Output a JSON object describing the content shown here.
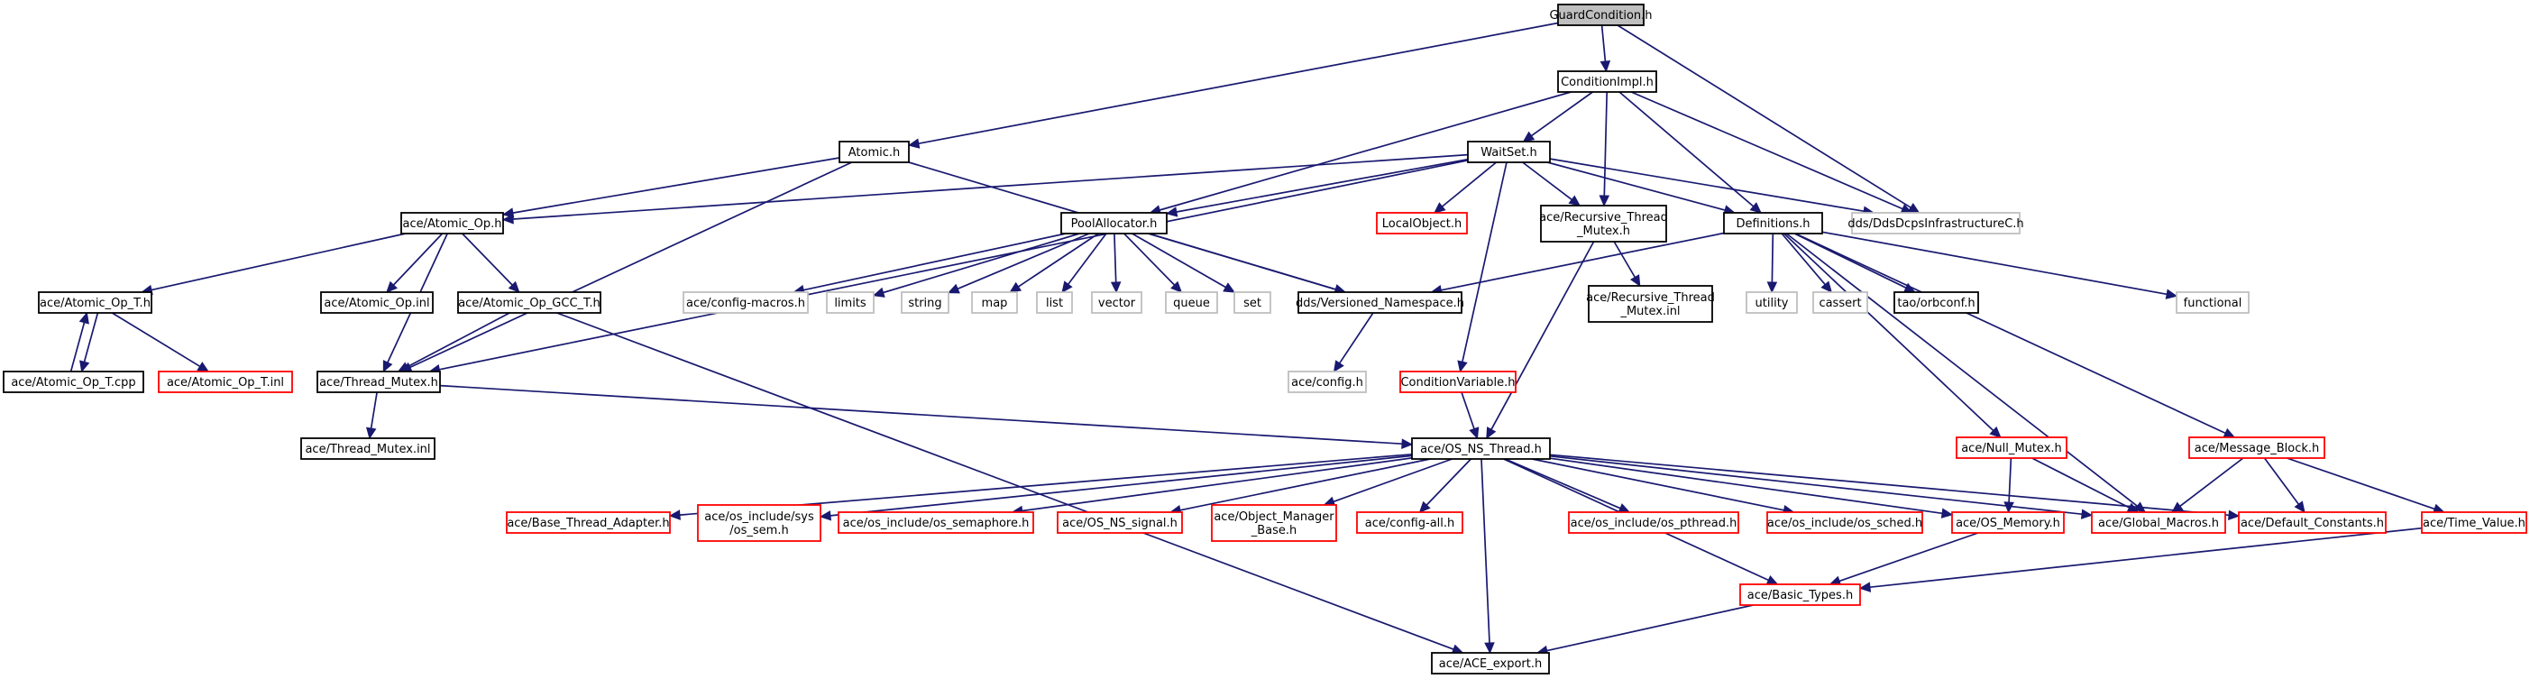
{
  "colors": {
    "edge": "#191970",
    "border_black": "#000000",
    "border_red": "#ff0000",
    "border_gray": "#bfbfbf",
    "root_fill": "#bfbfbf",
    "fill": "#ffffff"
  },
  "nodes": [
    {
      "id": "n_guard",
      "lines": [
        "GuardCondition.h"
      ],
      "style": "root"
    },
    {
      "id": "n_condimpl",
      "lines": [
        "ConditionImpl.h"
      ],
      "style": "black"
    },
    {
      "id": "n_atomic",
      "lines": [
        "Atomic.h"
      ],
      "style": "black"
    },
    {
      "id": "n_waitset",
      "lines": [
        "WaitSet.h"
      ],
      "style": "black"
    },
    {
      "id": "n_ddsinfra",
      "lines": [
        "dds/DdsDcpsInfrastructureC.h"
      ],
      "style": "gray"
    },
    {
      "id": "n_atomicop",
      "lines": [
        "ace/Atomic_Op.h"
      ],
      "style": "black"
    },
    {
      "id": "n_poolalloc",
      "lines": [
        "PoolAllocator.h"
      ],
      "style": "black"
    },
    {
      "id": "n_localobj",
      "lines": [
        "LocalObject.h"
      ],
      "style": "red"
    },
    {
      "id": "n_recthread",
      "lines": [
        "ace/Recursive_Thread",
        "_Mutex.h"
      ],
      "style": "black"
    },
    {
      "id": "n_definitions",
      "lines": [
        "Definitions.h"
      ],
      "style": "black"
    },
    {
      "id": "n_atomicopt",
      "lines": [
        "ace/Atomic_Op_T.h"
      ],
      "style": "black"
    },
    {
      "id": "n_atomicopinl",
      "lines": [
        "ace/Atomic_Op.inl"
      ],
      "style": "black"
    },
    {
      "id": "n_gcc",
      "lines": [
        "ace/Atomic_Op_GCC_T.h"
      ],
      "style": "black"
    },
    {
      "id": "n_configmacros",
      "lines": [
        "ace/config-macros.h"
      ],
      "style": "gray"
    },
    {
      "id": "n_limits",
      "lines": [
        "limits"
      ],
      "style": "gray"
    },
    {
      "id": "n_string",
      "lines": [
        "string"
      ],
      "style": "gray"
    },
    {
      "id": "n_map",
      "lines": [
        "map"
      ],
      "style": "gray"
    },
    {
      "id": "n_list",
      "lines": [
        "list"
      ],
      "style": "gray"
    },
    {
      "id": "n_vector",
      "lines": [
        "vector"
      ],
      "style": "gray"
    },
    {
      "id": "n_queue",
      "lines": [
        "queue"
      ],
      "style": "gray"
    },
    {
      "id": "n_set",
      "lines": [
        "set"
      ],
      "style": "gray"
    },
    {
      "id": "n_versioned",
      "lines": [
        "dds/Versioned_Namespace.h"
      ],
      "style": "black"
    },
    {
      "id": "n_recthreadinl",
      "lines": [
        "ace/Recursive_Thread",
        "_Mutex.inl"
      ],
      "style": "black"
    },
    {
      "id": "n_utility",
      "lines": [
        "utility"
      ],
      "style": "gray"
    },
    {
      "id": "n_cassert",
      "lines": [
        "cassert"
      ],
      "style": "gray"
    },
    {
      "id": "n_orbconf",
      "lines": [
        "tao/orbconf.h"
      ],
      "style": "black"
    },
    {
      "id": "n_functional",
      "lines": [
        "functional"
      ],
      "style": "gray"
    },
    {
      "id": "n_atomicoptcpp",
      "lines": [
        "ace/Atomic_Op_T.cpp"
      ],
      "style": "black"
    },
    {
      "id": "n_atomicoptinl",
      "lines": [
        "ace/Atomic_Op_T.inl"
      ],
      "style": "red"
    },
    {
      "id": "n_threadmutex",
      "lines": [
        "ace/Thread_Mutex.h"
      ],
      "style": "black"
    },
    {
      "id": "n_aceconfig",
      "lines": [
        "ace/config.h"
      ],
      "style": "gray"
    },
    {
      "id": "n_condvar",
      "lines": [
        "ConditionVariable.h"
      ],
      "style": "red"
    },
    {
      "id": "n_nullmutex",
      "lines": [
        "ace/Null_Mutex.h"
      ],
      "style": "red"
    },
    {
      "id": "n_msgblock",
      "lines": [
        "ace/Message_Block.h"
      ],
      "style": "red"
    },
    {
      "id": "n_threadmutexinl",
      "lines": [
        "ace/Thread_Mutex.inl"
      ],
      "style": "black"
    },
    {
      "id": "n_osns",
      "lines": [
        "ace/OS_NS_Thread.h"
      ],
      "style": "black"
    },
    {
      "id": "n_basethread",
      "lines": [
        "ace/Base_Thread_Adapter.h"
      ],
      "style": "red"
    },
    {
      "id": "n_ossem",
      "lines": [
        "ace/os_include/sys",
        "/os_sem.h"
      ],
      "style": "red"
    },
    {
      "id": "n_semaphore",
      "lines": [
        "ace/os_include/os_semaphore.h"
      ],
      "style": "red"
    },
    {
      "id": "n_signal",
      "lines": [
        "ace/OS_NS_signal.h"
      ],
      "style": "red"
    },
    {
      "id": "n_objmgr",
      "lines": [
        "ace/Object_Manager",
        "_Base.h"
      ],
      "style": "red"
    },
    {
      "id": "n_configall",
      "lines": [
        "ace/config-all.h"
      ],
      "style": "red"
    },
    {
      "id": "n_pthread",
      "lines": [
        "ace/os_include/os_pthread.h"
      ],
      "style": "red"
    },
    {
      "id": "n_sched",
      "lines": [
        "ace/os_include/os_sched.h"
      ],
      "style": "red"
    },
    {
      "id": "n_osmemory",
      "lines": [
        "ace/OS_Memory.h"
      ],
      "style": "red"
    },
    {
      "id": "n_globalmacros",
      "lines": [
        "ace/Global_Macros.h"
      ],
      "style": "red"
    },
    {
      "id": "n_defconst",
      "lines": [
        "ace/Default_Constants.h"
      ],
      "style": "red"
    },
    {
      "id": "n_timevalue",
      "lines": [
        "ace/Time_Value.h"
      ],
      "style": "red"
    },
    {
      "id": "n_basictypes",
      "lines": [
        "ace/Basic_Types.h"
      ],
      "style": "red"
    },
    {
      "id": "n_aceexport",
      "lines": [
        "ace/ACE_export.h"
      ],
      "style": "black"
    }
  ],
  "edges": [
    [
      "n_guard",
      "n_condimpl"
    ],
    [
      "n_guard",
      "n_atomic"
    ],
    [
      "n_guard",
      "n_ddsinfra"
    ],
    [
      "n_condimpl",
      "n_waitset"
    ],
    [
      "n_condimpl",
      "n_ddsinfra"
    ],
    [
      "n_condimpl",
      "n_poolalloc"
    ],
    [
      "n_condimpl",
      "n_recthread"
    ],
    [
      "n_condimpl",
      "n_definitions"
    ],
    [
      "n_atomic",
      "n_atomicop"
    ],
    [
      "n_atomic",
      "n_threadmutex"
    ],
    [
      "n_atomic",
      "n_versioned"
    ],
    [
      "n_waitset",
      "n_atomicop"
    ],
    [
      "n_waitset",
      "n_poolalloc"
    ],
    [
      "n_waitset",
      "n_localobj"
    ],
    [
      "n_waitset",
      "n_recthread"
    ],
    [
      "n_waitset",
      "n_definitions"
    ],
    [
      "n_waitset",
      "n_ddsinfra"
    ],
    [
      "n_waitset",
      "n_threadmutex"
    ],
    [
      "n_waitset",
      "n_condvar"
    ],
    [
      "n_atomicop",
      "n_atomicopt"
    ],
    [
      "n_atomicop",
      "n_atomicopinl"
    ],
    [
      "n_atomicop",
      "n_gcc"
    ],
    [
      "n_atomicop",
      "n_threadmutex"
    ],
    [
      "n_atomicopt",
      "n_atomicoptcpp"
    ],
    [
      "n_atomicoptcpp",
      "n_atomicopt"
    ],
    [
      "n_atomicopt",
      "n_atomicoptinl"
    ],
    [
      "n_gcc",
      "n_threadmutex"
    ],
    [
      "n_gcc",
      "n_aceexport"
    ],
    [
      "n_poolalloc",
      "n_configmacros"
    ],
    [
      "n_poolalloc",
      "n_limits"
    ],
    [
      "n_poolalloc",
      "n_string"
    ],
    [
      "n_poolalloc",
      "n_map"
    ],
    [
      "n_poolalloc",
      "n_list"
    ],
    [
      "n_poolalloc",
      "n_vector"
    ],
    [
      "n_poolalloc",
      "n_queue"
    ],
    [
      "n_poolalloc",
      "n_set"
    ],
    [
      "n_poolalloc",
      "n_versioned"
    ],
    [
      "n_recthread",
      "n_recthreadinl"
    ],
    [
      "n_recthread",
      "n_osns"
    ],
    [
      "n_definitions",
      "n_versioned"
    ],
    [
      "n_definitions",
      "n_utility"
    ],
    [
      "n_definitions",
      "n_cassert"
    ],
    [
      "n_definitions",
      "n_orbconf"
    ],
    [
      "n_definitions",
      "n_functional"
    ],
    [
      "n_definitions",
      "n_nullmutex"
    ],
    [
      "n_definitions",
      "n_msgblock"
    ],
    [
      "n_definitions",
      "n_globalmacros"
    ],
    [
      "n_versioned",
      "n_aceconfig"
    ],
    [
      "n_threadmutex",
      "n_threadmutexinl"
    ],
    [
      "n_threadmutex",
      "n_osns"
    ],
    [
      "n_condvar",
      "n_osns"
    ],
    [
      "n_nullmutex",
      "n_osmemory"
    ],
    [
      "n_nullmutex",
      "n_globalmacros"
    ],
    [
      "n_msgblock",
      "n_globalmacros"
    ],
    [
      "n_msgblock",
      "n_defconst"
    ],
    [
      "n_msgblock",
      "n_timevalue"
    ],
    [
      "n_osns",
      "n_basethread"
    ],
    [
      "n_osns",
      "n_ossem"
    ],
    [
      "n_osns",
      "n_semaphore"
    ],
    [
      "n_osns",
      "n_signal"
    ],
    [
      "n_osns",
      "n_objmgr"
    ],
    [
      "n_osns",
      "n_configall"
    ],
    [
      "n_osns",
      "n_pthread"
    ],
    [
      "n_osns",
      "n_sched"
    ],
    [
      "n_osns",
      "n_osmemory"
    ],
    [
      "n_osns",
      "n_globalmacros"
    ],
    [
      "n_osns",
      "n_defconst"
    ],
    [
      "n_osns",
      "n_basictypes"
    ],
    [
      "n_osns",
      "n_aceexport"
    ],
    [
      "n_osmemory",
      "n_basictypes"
    ],
    [
      "n_timevalue",
      "n_basictypes"
    ],
    [
      "n_basictypes",
      "n_aceexport"
    ]
  ]
}
